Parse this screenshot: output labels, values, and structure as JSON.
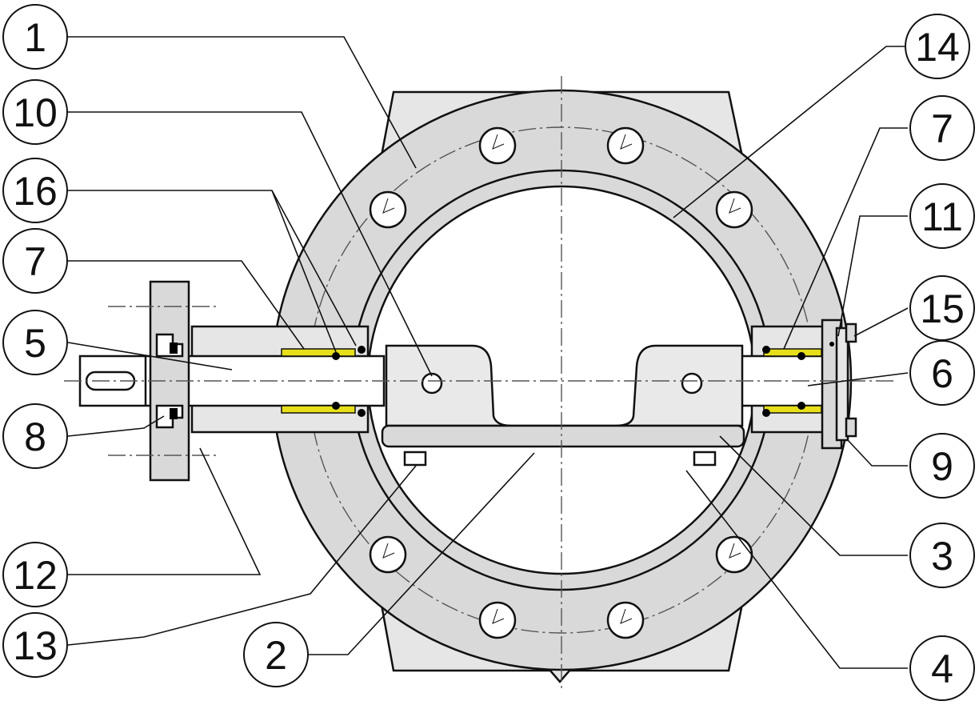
{
  "diagram": {
    "colors": {
      "line": "#111111",
      "center_line": "#555555",
      "body_fill": "#e6e6e6",
      "face_fill": "#d9d9d9",
      "bore_fill": "#ffffff",
      "disc_fill": "#e9e9e9",
      "bushing": "#e6df1a",
      "dot": "#000000"
    },
    "balloons": [
      {
        "id": "b1",
        "label": "1"
      },
      {
        "id": "b10",
        "label": "10"
      },
      {
        "id": "b16",
        "label": "16"
      },
      {
        "id": "b7l",
        "label": "7"
      },
      {
        "id": "b5",
        "label": "5"
      },
      {
        "id": "b8",
        "label": "8"
      },
      {
        "id": "b12",
        "label": "12"
      },
      {
        "id": "b13",
        "label": "13"
      },
      {
        "id": "b2",
        "label": "2"
      },
      {
        "id": "b14",
        "label": "14"
      },
      {
        "id": "b7r",
        "label": "7"
      },
      {
        "id": "b11",
        "label": "11"
      },
      {
        "id": "b15",
        "label": "15"
      },
      {
        "id": "b6",
        "label": "6"
      },
      {
        "id": "b9",
        "label": "9"
      },
      {
        "id": "b3",
        "label": "3"
      },
      {
        "id": "b4",
        "label": "4"
      }
    ]
  }
}
